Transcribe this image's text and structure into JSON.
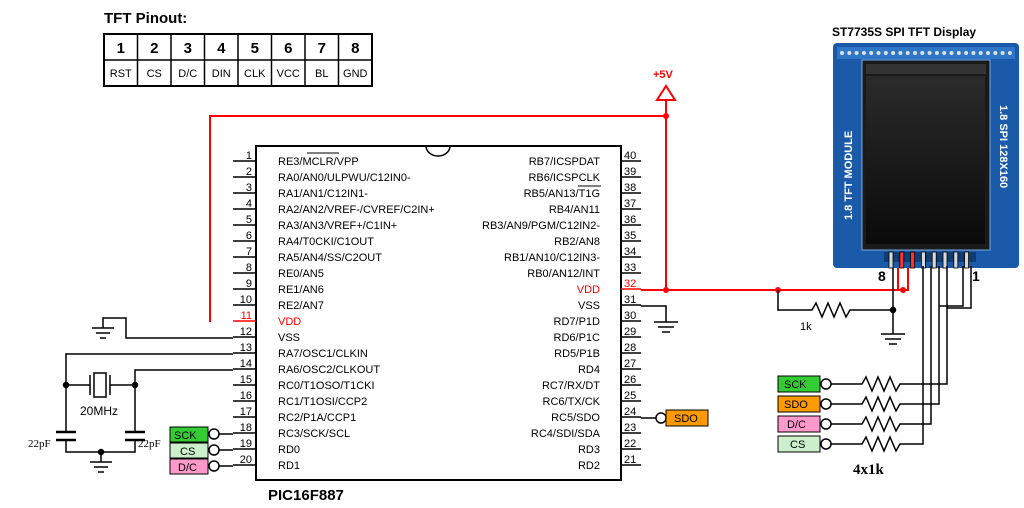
{
  "pinout": {
    "title": "TFT Pinout:",
    "numbers": [
      "1",
      "2",
      "3",
      "4",
      "5",
      "6",
      "7",
      "8"
    ],
    "names": [
      "RST",
      "CS",
      "D/C",
      "DIN",
      "CLK",
      "VCC",
      "BL",
      "GND"
    ]
  },
  "display": {
    "title": "ST7735S SPI TFT Display",
    "left_text": "1.8 TFT MODULE",
    "right_text": "1.8 SPI 128X160",
    "pin8": "8",
    "pin1": "1"
  },
  "supply": {
    "label": "+5V"
  },
  "mcu": {
    "name": "PIC16F887",
    "left_pins": [
      {
        "num": "1",
        "label": "RE3/MCLR/VPP"
      },
      {
        "num": "2",
        "label": "RA0/AN0/ULPWU/C12IN0-"
      },
      {
        "num": "3",
        "label": "RA1/AN1/C12IN1-"
      },
      {
        "num": "4",
        "label": "RA2/AN2/VREF-/CVREF/C2IN+"
      },
      {
        "num": "5",
        "label": "RA3/AN3/VREF+/C1IN+"
      },
      {
        "num": "6",
        "label": "RA4/T0CKI/C1OUT"
      },
      {
        "num": "7",
        "label": "RA5/AN4/SS/C2OUT"
      },
      {
        "num": "8",
        "label": "RE0/AN5"
      },
      {
        "num": "9",
        "label": "RE1/AN6"
      },
      {
        "num": "10",
        "label": "RE2/AN7"
      },
      {
        "num": "11",
        "label": "VDD"
      },
      {
        "num": "12",
        "label": "VSS"
      },
      {
        "num": "13",
        "label": "RA7/OSC1/CLKIN"
      },
      {
        "num": "14",
        "label": "RA6/OSC2/CLKOUT"
      },
      {
        "num": "15",
        "label": "RC0/T1OSO/T1CKI"
      },
      {
        "num": "16",
        "label": "RC1/T1OSI/CCP2"
      },
      {
        "num": "17",
        "label": "RC2/P1A/CCP1"
      },
      {
        "num": "18",
        "label": "RC3/SCK/SCL"
      },
      {
        "num": "19",
        "label": "RD0"
      },
      {
        "num": "20",
        "label": "RD1"
      }
    ],
    "right_pins": [
      {
        "num": "40",
        "label": "RB7/ICSPDAT"
      },
      {
        "num": "39",
        "label": "RB6/ICSPCLK"
      },
      {
        "num": "38",
        "label": "RB5/AN13/T1G"
      },
      {
        "num": "37",
        "label": "RB4/AN11"
      },
      {
        "num": "36",
        "label": "RB3/AN9/PGM/C12IN2-"
      },
      {
        "num": "35",
        "label": "RB2/AN8"
      },
      {
        "num": "34",
        "label": "RB1/AN10/C12IN3-"
      },
      {
        "num": "33",
        "label": "RB0/AN12/INT"
      },
      {
        "num": "32",
        "label": "VDD"
      },
      {
        "num": "31",
        "label": "VSS"
      },
      {
        "num": "30",
        "label": "RD7/P1D"
      },
      {
        "num": "29",
        "label": "RD6/P1C"
      },
      {
        "num": "28",
        "label": "RD5/P1B"
      },
      {
        "num": "27",
        "label": "RD4"
      },
      {
        "num": "26",
        "label": "RC7/RX/DT"
      },
      {
        "num": "25",
        "label": "RC6/TX/CK"
      },
      {
        "num": "24",
        "label": "RC5/SDO"
      },
      {
        "num": "23",
        "label": "RC4/SDI/SDA"
      },
      {
        "num": "22",
        "label": "RD3"
      },
      {
        "num": "21",
        "label": "RD2"
      }
    ]
  },
  "crystal": {
    "label": "20MHz",
    "cap_left": "22pF",
    "cap_right": "22pF"
  },
  "mcu_nets": {
    "sck": "SCK",
    "cs": "CS",
    "dc": "D/C",
    "sdo": "SDO"
  },
  "tft_nets": {
    "sck": "SCK",
    "sdo": "SDO",
    "dc": "D/C",
    "cs": "CS"
  },
  "resistors": {
    "single": "1k",
    "array": "4x1k"
  },
  "colors": {
    "red_wire": "#ff0000",
    "sck_fill": "#33cc33",
    "cs_fill": "#cceecc",
    "dc_fill": "#ff99cc",
    "sdo_fill": "#ff9900",
    "pcb_blue": "#1a5aa8"
  }
}
